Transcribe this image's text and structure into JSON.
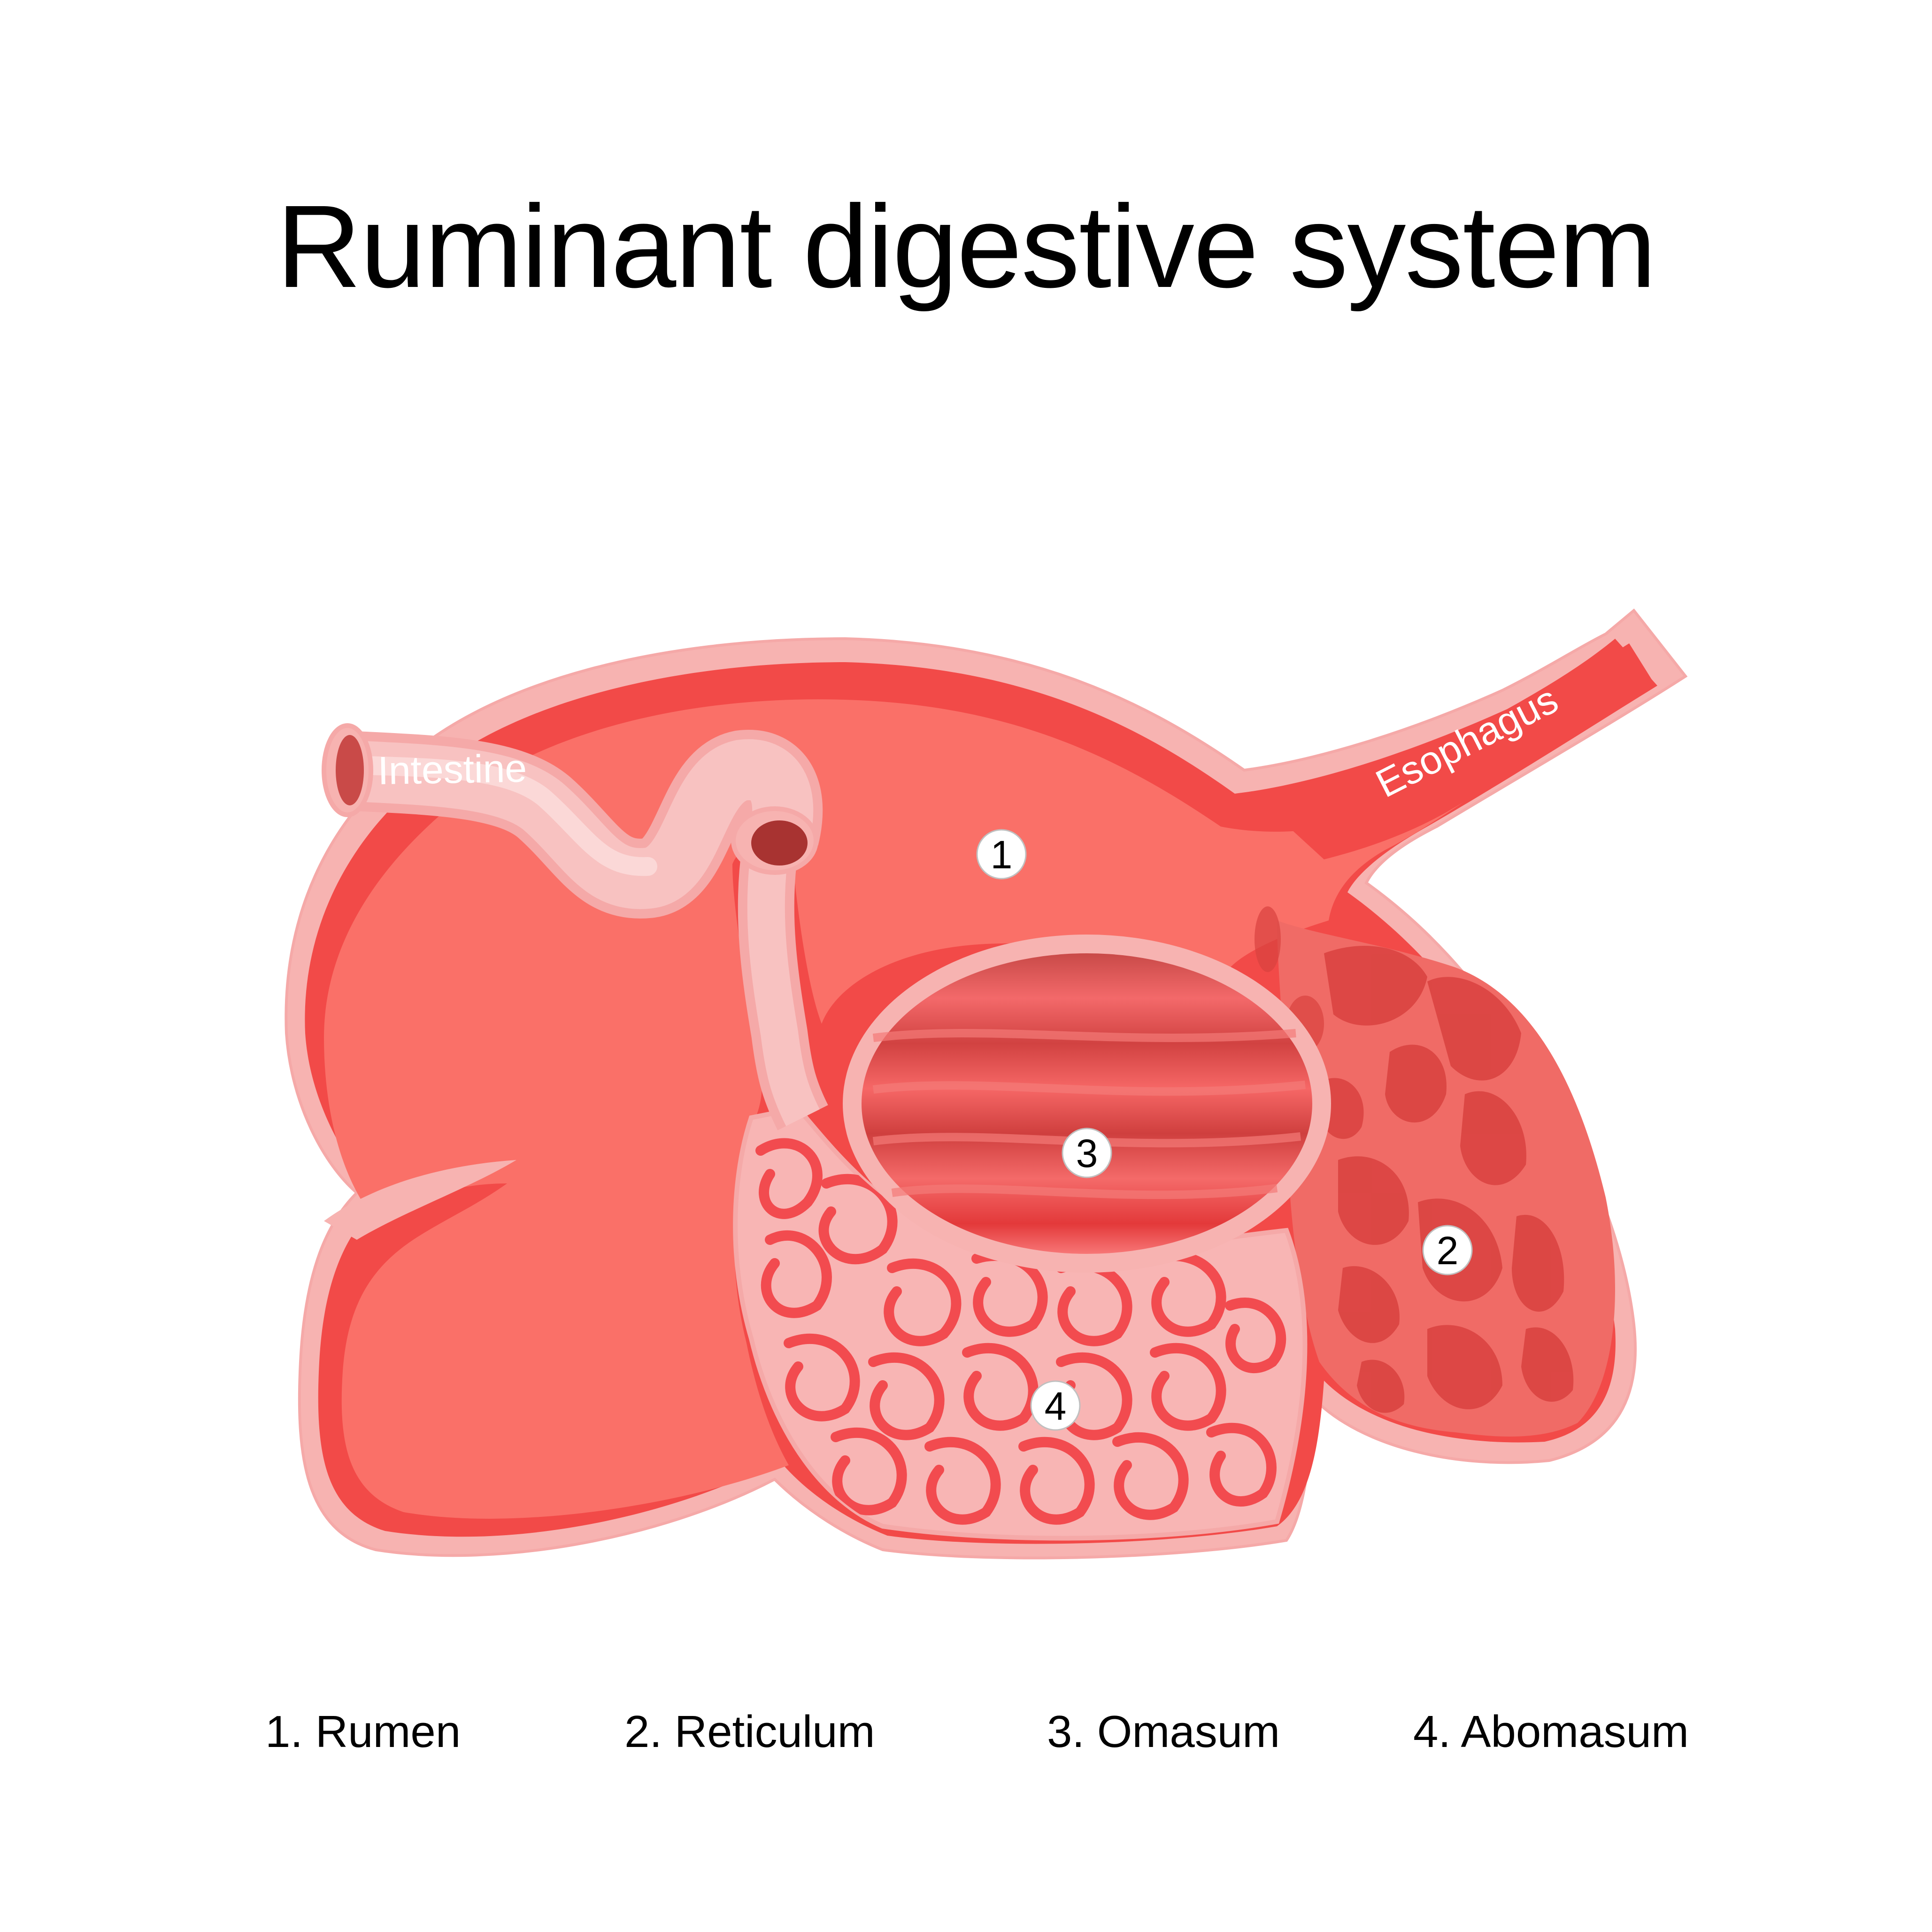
{
  "title": "Ruminant digestive system",
  "labels": {
    "intestine": "Intestine",
    "esophagus": "Esophagus"
  },
  "markers": [
    "1",
    "2",
    "3",
    "4"
  ],
  "legend": [
    "1. Rumen",
    "2. Reticulum",
    "3. Omasum",
    "4. Abomasum"
  ],
  "colors": {
    "outer_wall": "#f7b3b1",
    "wall": "#f24a48",
    "interior": "#fa7068",
    "intestine": "#f8b7b5",
    "reticulum_inner": "#f06b66",
    "reticulum_cell": "#d9413f",
    "omasum_fold": "#e8403d",
    "abomasum_mesh": "#f24b4f"
  }
}
